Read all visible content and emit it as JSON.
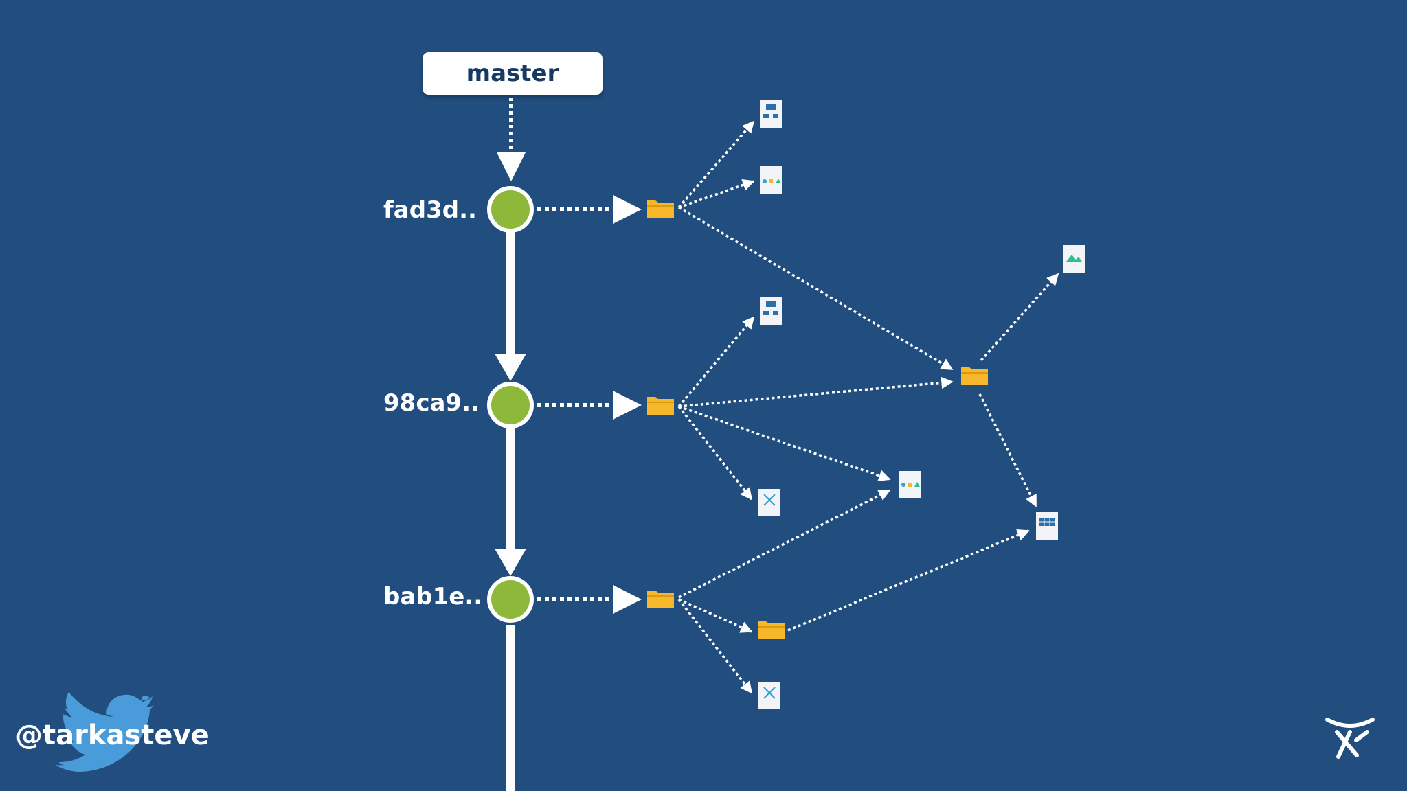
{
  "branch": {
    "label": "master"
  },
  "commits": [
    {
      "label": "fad3d.."
    },
    {
      "label": "98ca9.."
    },
    {
      "label": "bab1e.."
    }
  ],
  "colors": {
    "background": "#214e7f",
    "commit_node": "#8db83a",
    "folder": "#f7b72a",
    "line": "#ffffff",
    "twitter_bird": "#4a9bd9"
  },
  "icons": [
    "twitter-bird-icon",
    "atlassian-logo-icon",
    "folder-icon",
    "file-icon"
  ],
  "footer": {
    "handle": "@tarkasteve"
  }
}
